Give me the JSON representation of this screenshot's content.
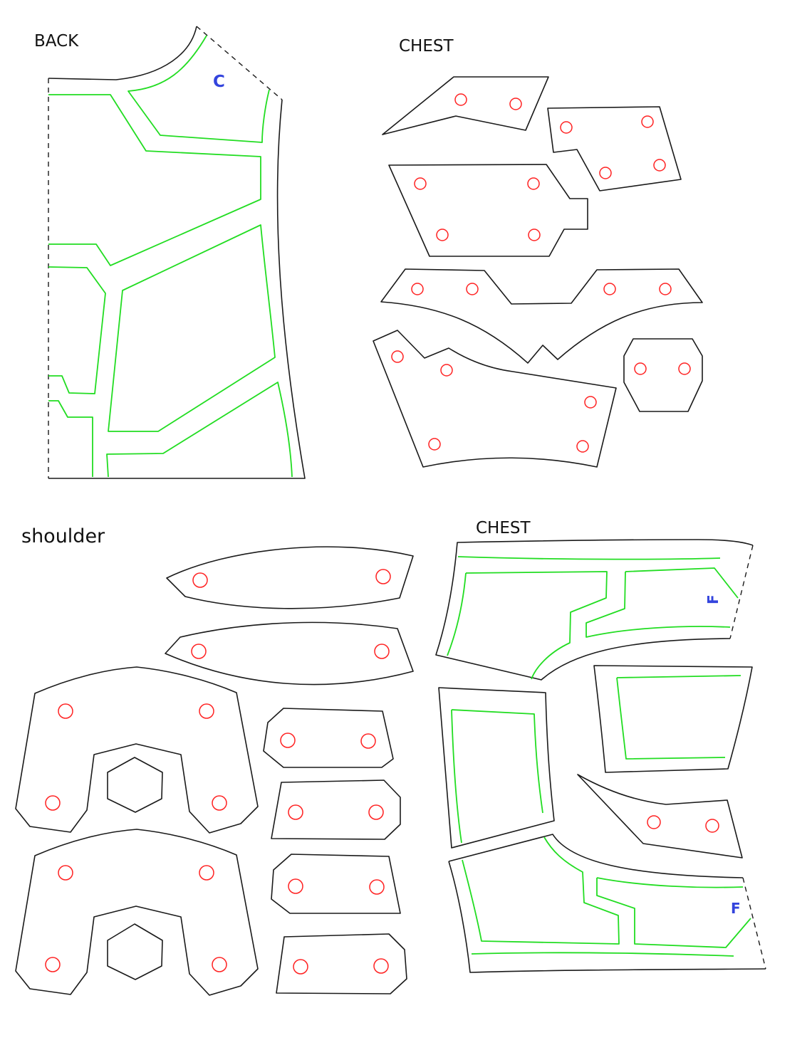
{
  "labels": {
    "back": "BACK",
    "chest_top": "CHEST",
    "shoulder": "shoulder",
    "chest_bottom": "CHEST"
  },
  "markers": {
    "back": "C",
    "chest_upper": "F",
    "chest_lower": "F"
  },
  "colors": {
    "cut_line": "#1a1a1a",
    "detail_line": "#22dd22",
    "hole": "#ff2222",
    "marker": "#3344dd"
  }
}
